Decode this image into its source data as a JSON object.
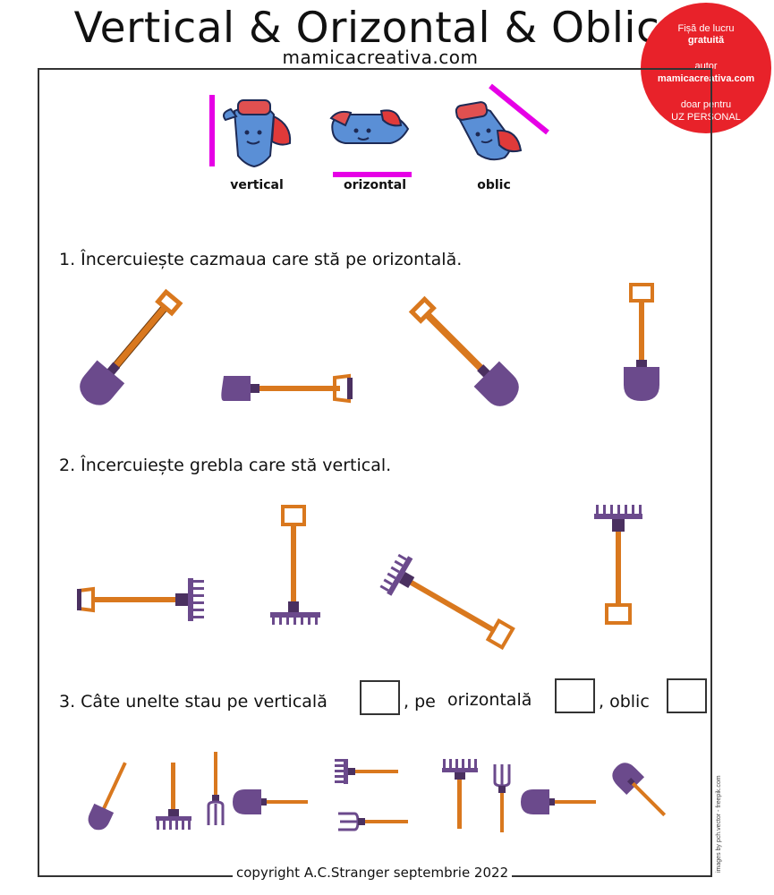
{
  "header": {
    "title": "Vertical & Orizontal & Oblic",
    "site": "mamicacreativa.com"
  },
  "badge": {
    "line1": "Fișă de lucru",
    "line2": "gratuită",
    "line3": "autor",
    "line4": "mamicacreativa.com",
    "line5": "doar pentru",
    "line6": "UZ PERSONAL"
  },
  "legend": {
    "vertical": "vertical",
    "horizontal": "orizontal",
    "oblique": "oblic"
  },
  "questions": {
    "q1": "1. Încercuiește cazmaua care stă pe orizontală.",
    "q2": "2. Încercuiește grebla care stă vertical.",
    "q3_part1": "3. Câte unelte stau pe verticală",
    "q3_part2": ", pe",
    "q3_part3": "orizontală",
    "q3_part4": ", oblic"
  },
  "colors": {
    "accent_line": "#e600e6",
    "tool_head": "#6b4a8c",
    "handle": "#d9781e",
    "badge": "#e8222a"
  },
  "footer": {
    "copyright": "copyright A.C.Stranger septembrie 2022",
    "credit": "images by pch.vector - freepik.com"
  }
}
